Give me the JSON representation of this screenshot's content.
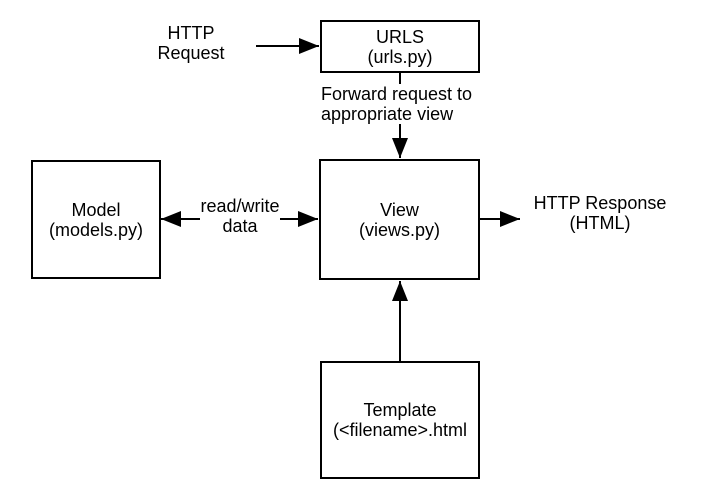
{
  "diagram": {
    "background": "#ffffff",
    "line_color": "#000000",
    "nodes": {
      "urls": {
        "title": "URLS",
        "subtitle": "(urls.py)"
      },
      "model": {
        "title": "Model",
        "subtitle": "(models.py)"
      },
      "view": {
        "title": "View",
        "subtitle": "(views.py)"
      },
      "template": {
        "title": "Template",
        "subtitle": "(<filename>.html"
      }
    },
    "labels": {
      "http_request": {
        "line1": "HTTP",
        "line2": "Request"
      },
      "forward": {
        "line1": "Forward request to",
        "line2": "appropriate view"
      },
      "read_write": {
        "line1": "read/write",
        "line2": "data"
      },
      "http_response": {
        "line1": "HTTP Response",
        "line2": "(HTML)"
      }
    }
  }
}
